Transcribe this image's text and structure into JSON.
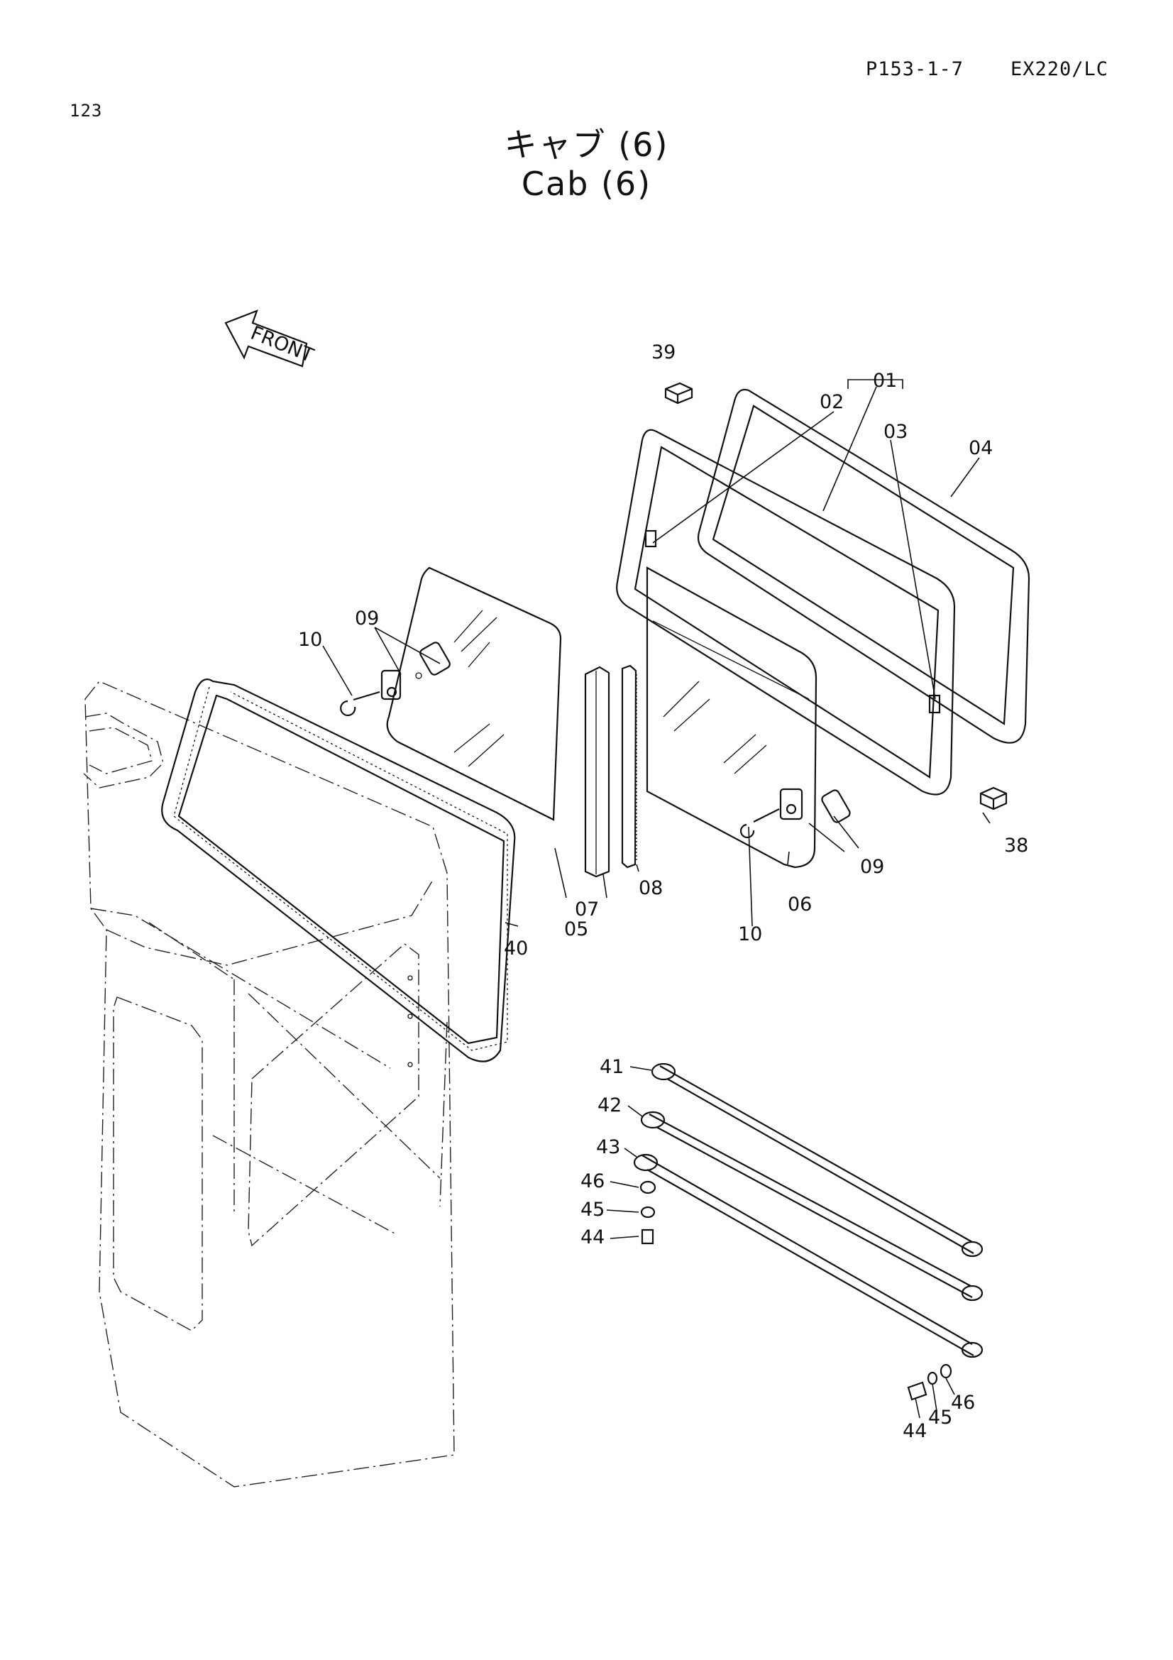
{
  "header": {
    "page_number": "123",
    "reference": "P153-1-7",
    "model": "EX220/LC"
  },
  "title": {
    "japanese": "キャブ (6)",
    "english": "Cab (6)"
  },
  "direction_marker": "FRONT",
  "part_labels": {
    "p01": "01",
    "p02": "02",
    "p03": "03",
    "p04": "04",
    "p05": "05",
    "p06": "06",
    "p07": "07",
    "p08": "08",
    "p09a": "09",
    "p09b": "09",
    "p10a": "10",
    "p10b": "10",
    "p38": "38",
    "p39": "39",
    "p40": "40",
    "p41": "41",
    "p42": "42",
    "p43": "43",
    "p44a": "44",
    "p45a": "45",
    "p46a": "46",
    "p44b": "44",
    "p45b": "45",
    "p46b": "46"
  }
}
